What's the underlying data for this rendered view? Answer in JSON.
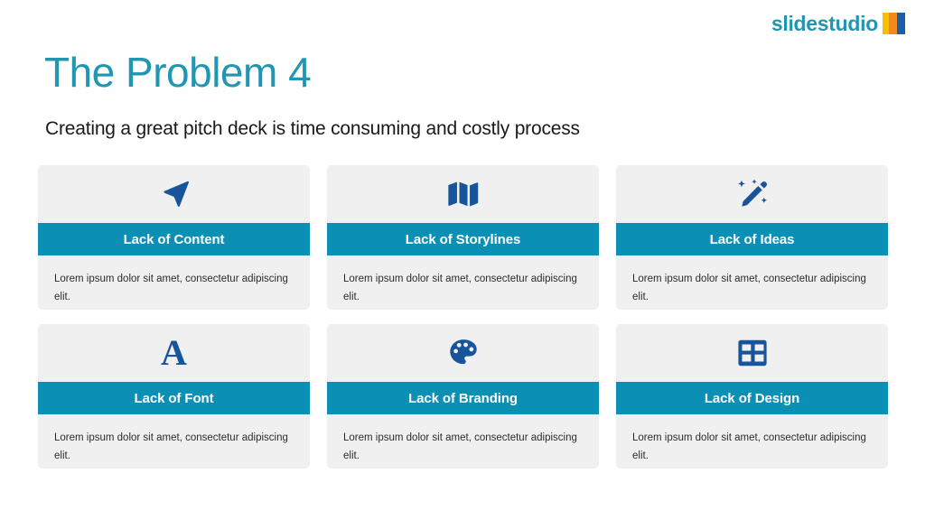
{
  "brand": {
    "logo_text": "slidestudio",
    "logo_colors": [
      "#F2C200",
      "#F08A1E",
      "#1A5FA8"
    ],
    "accent_title": "#2196B3",
    "accent_bar": "#0C8FB5",
    "icon_color": "#17549B",
    "card_bg": "#F0F0F0"
  },
  "header": {
    "title": "The Problem 4",
    "subtitle": "Creating a great pitch deck is time consuming and costly process"
  },
  "cards": [
    {
      "icon": "location-arrow-icon",
      "title": "Lack of Content",
      "body": "Lorem ipsum dolor sit amet, consectetur adipiscing elit."
    },
    {
      "icon": "map-icon",
      "title": "Lack of Storylines",
      "body": "Lorem ipsum dolor sit amet, consectetur adipiscing elit."
    },
    {
      "icon": "magic-wand-icon",
      "title": "Lack of Ideas",
      "body": "Lorem ipsum dolor sit amet, consectetur adipiscing elit."
    },
    {
      "icon": "font-letter-a-icon",
      "title": "Lack of Font",
      "body": "Lorem ipsum dolor sit amet, consectetur adipiscing elit."
    },
    {
      "icon": "palette-icon",
      "title": "Lack of Branding",
      "body": "Lorem ipsum dolor sit amet, consectetur adipiscing elit."
    },
    {
      "icon": "table-grid-icon",
      "title": "Lack of Design",
      "body": "Lorem ipsum dolor sit amet, consectetur adipiscing elit."
    }
  ]
}
